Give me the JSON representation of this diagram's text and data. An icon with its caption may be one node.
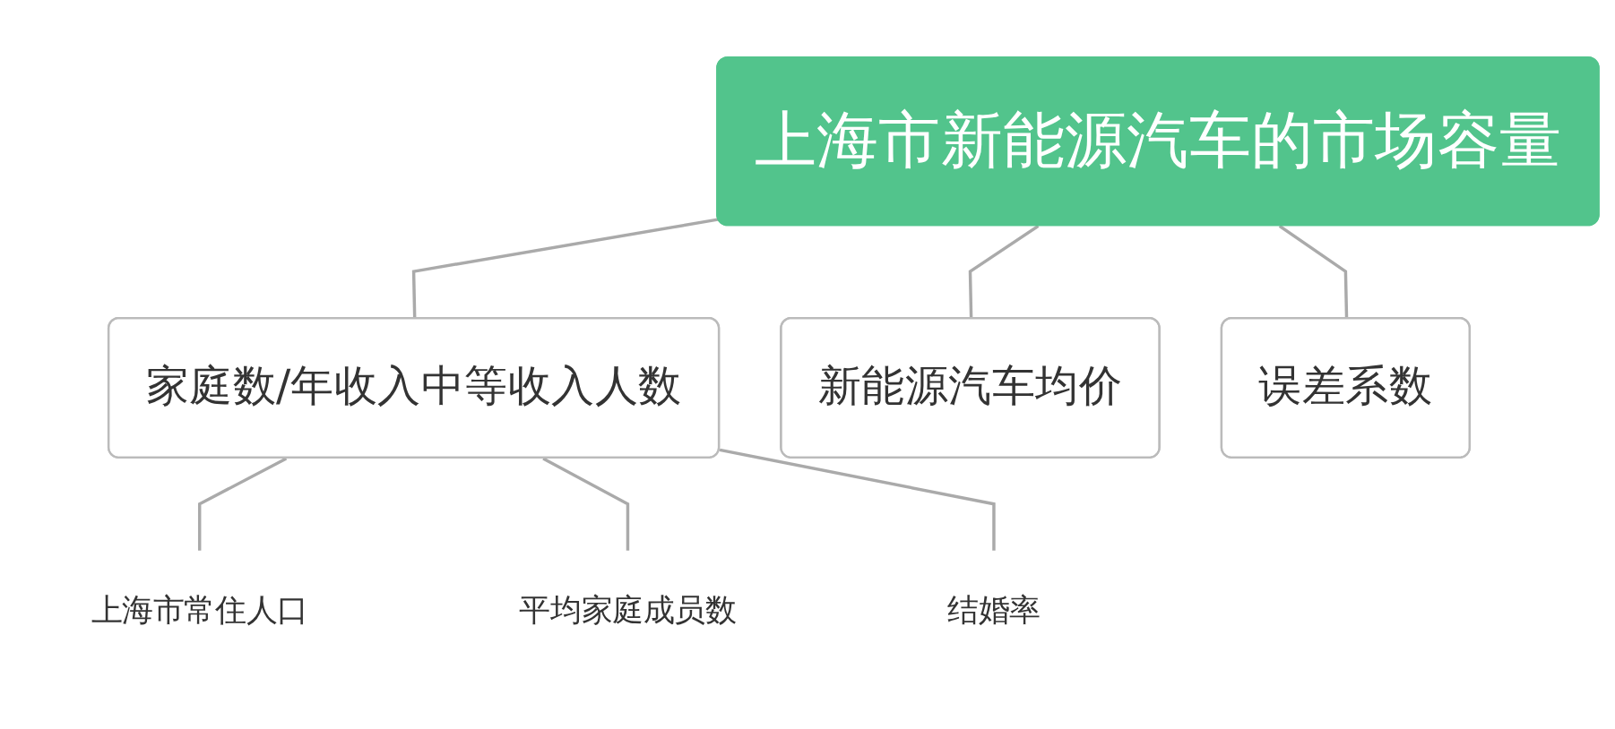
{
  "diagram": {
    "nodes": [
      {
        "text": [
          "上海市新能源汽车的市场容量"
        ]
      },
      {
        "text": [
          "家庭数/年收入中等收入人数"
        ]
      },
      {
        "text": [
          "新能源汽车均价"
        ]
      },
      {
        "text": [
          "误差系数"
        ]
      },
      {
        "text": [
          "上海市常住人口"
        ]
      },
      {
        "text": [
          "平均家庭成员数"
        ]
      },
      {
        "text": [
          "结婚率"
        ]
      }
    ],
    "edges": [
      {
        "from": 0,
        "to": 1,
        "arrow": "none"
      },
      {
        "from": 0,
        "to": 2,
        "arrow": "none"
      },
      {
        "from": 0,
        "to": 3,
        "arrow": "none"
      },
      {
        "from": 1,
        "to": 4,
        "arrow": "none"
      },
      {
        "from": 1,
        "to": 5,
        "arrow": "none"
      },
      {
        "from": 1,
        "to": 6,
        "arrow": "none"
      }
    ]
  }
}
